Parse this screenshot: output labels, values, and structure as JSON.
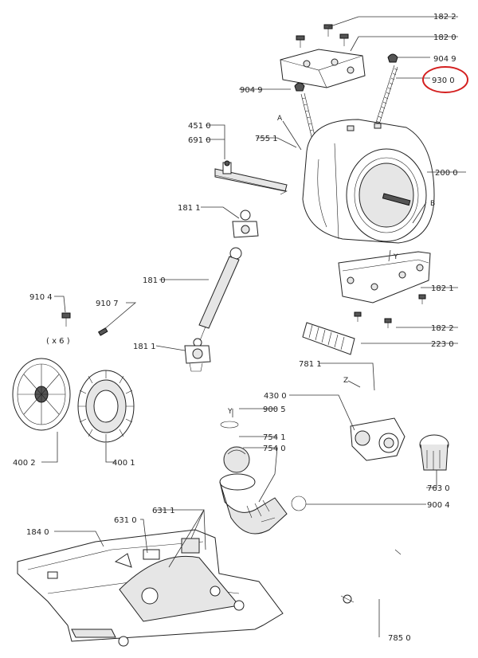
{
  "diagram": {
    "labels": {
      "l1822a": "182 2",
      "l1820": "182 0",
      "l9049a": "904 9",
      "l9300": "930 0",
      "l9049b": "904 9",
      "l4510": "451 0",
      "l6910": "691 0",
      "l7551": "755 1",
      "la": "A",
      "l2000": "200 0",
      "lb": "B",
      "l1811a": "181 1",
      "ly": "Y",
      "l1821": "182 1",
      "l1810": "181 0",
      "l9104": "910 4",
      "l9107": "910 7",
      "lx6": "( x 6 )",
      "l1811b": "181 1",
      "l1822b": "182 2",
      "l2230": "223 0",
      "l7811": "781 1",
      "lz": "Z",
      "l4300": "430 0",
      "ly2": "Y",
      "l9005": "900 5",
      "l7541": "754 1",
      "l7540": "754 0",
      "l4002": "400 2",
      "l4001": "400 1",
      "l7630": "763 0",
      "l9004": "900 4",
      "l6311": "631 1",
      "l6310": "631 0",
      "l1840": "184 0",
      "l7850": "785 0"
    },
    "highlight_color": "#d42020"
  }
}
